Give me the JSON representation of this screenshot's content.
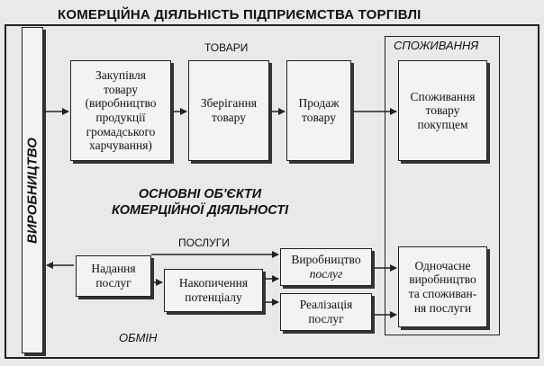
{
  "title": "КОМЕРЦІЙНА ДІЯЛЬНІСТЬ ПІДПРИЄМСТВА ТОРГІВЛІ",
  "production_label": "ВИРОБНИЦТВО",
  "consumption_header": "СПОЖИВАННЯ",
  "goods_label": "ТОВАРИ",
  "services_label": "ПОСЛУГИ",
  "exchange_label": "ОБМІН",
  "center_caption": "ОСНОВНІ ОБ'ЄКТИ\nКОМЕРЦІЙНОЇ ДІЯЛЬНОСТІ",
  "boxes": {
    "purchase": "Закупівля\nтовару\n(виробництво\nпродукції\nгромадського\nхарчування)",
    "storage": "Зберігання\nтовару",
    "sale": "Продаж товару",
    "consumption_goods": "Споживання\nтовару\nпокупцем",
    "provision": "Надання\nпослуг",
    "accumulation": "Накопичення\nпотенціалу",
    "service_production_line1": "Виробництво",
    "service_production_line2": "послуг",
    "realization": "Реалізація\nпослуг",
    "simultaneous": "Одночасне\nвиробництво\nта споживан-\nня послуги"
  }
}
